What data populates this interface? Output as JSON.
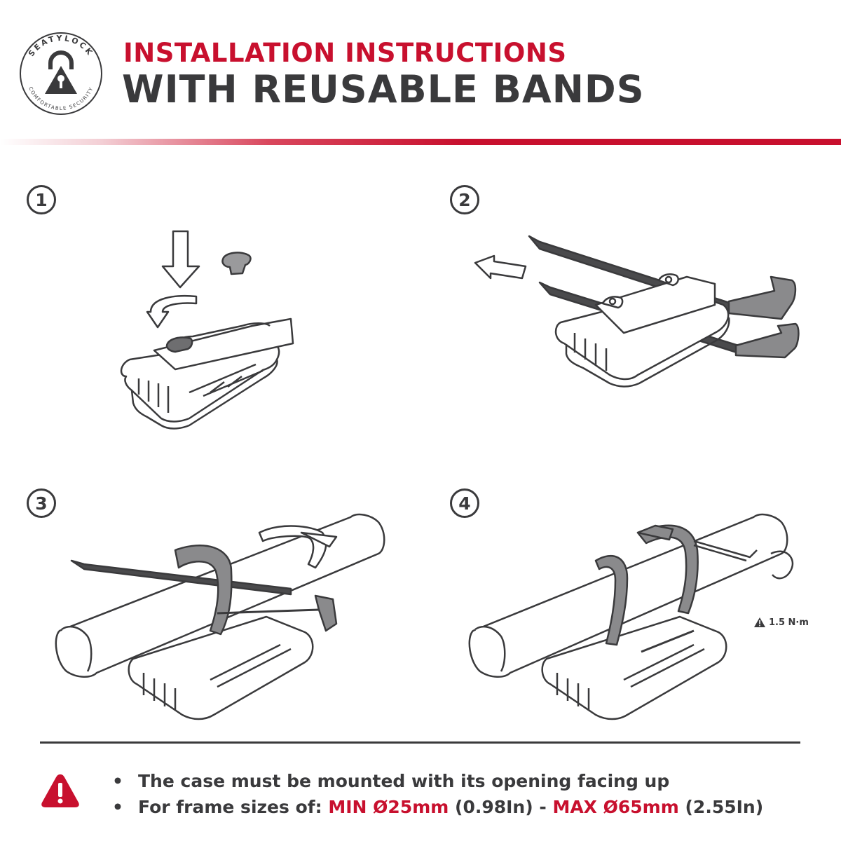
{
  "brand": {
    "name": "SEATYLOCK",
    "tagline": "COMFORTABLE SECURITY"
  },
  "header": {
    "line1": "INSTALLATION INSTRUCTIONS",
    "line2": "WITH REUSABLE BANDS"
  },
  "steps": [
    {
      "number": "1"
    },
    {
      "number": "2"
    },
    {
      "number": "3"
    },
    {
      "number": "4"
    }
  ],
  "torque_label": "1.5 N·m",
  "notes": {
    "bullet": "•",
    "line1": "The case must be mounted with its opening facing up",
    "line2_prefix": "For frame sizes of: ",
    "min_label": "MIN Ø25mm",
    "min_imperial": " (0.98In) - ",
    "max_label": "MAX Ø65mm",
    "max_imperial": " (2.55In)"
  },
  "colors": {
    "accent": "#c8102e",
    "text": "#3a3a3c"
  }
}
